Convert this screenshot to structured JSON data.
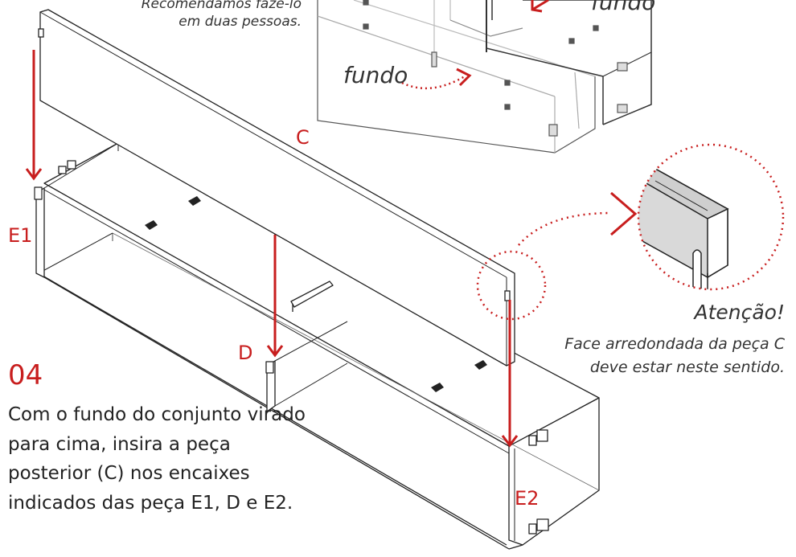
{
  "header": {
    "recommend_line1": "Recomendamos fazê-lo",
    "recommend_line2": "em duas pessoas."
  },
  "diagram": {
    "label_fundo_top": "fundo",
    "label_fundo_mid": "fundo",
    "label_c": "C",
    "label_e1": "E1",
    "label_d": "D",
    "label_e2": "E2",
    "accent_color": "#c81e1e"
  },
  "step": {
    "number": "04",
    "instruction": "Com o fundo do conjunto virado para cima, insira a peça posterior (C) nos encaixes indicados das peça E1, D e E2."
  },
  "attention": {
    "title": "Atenção!",
    "text": "Face arredondada da peça C deve estar neste sentido."
  }
}
